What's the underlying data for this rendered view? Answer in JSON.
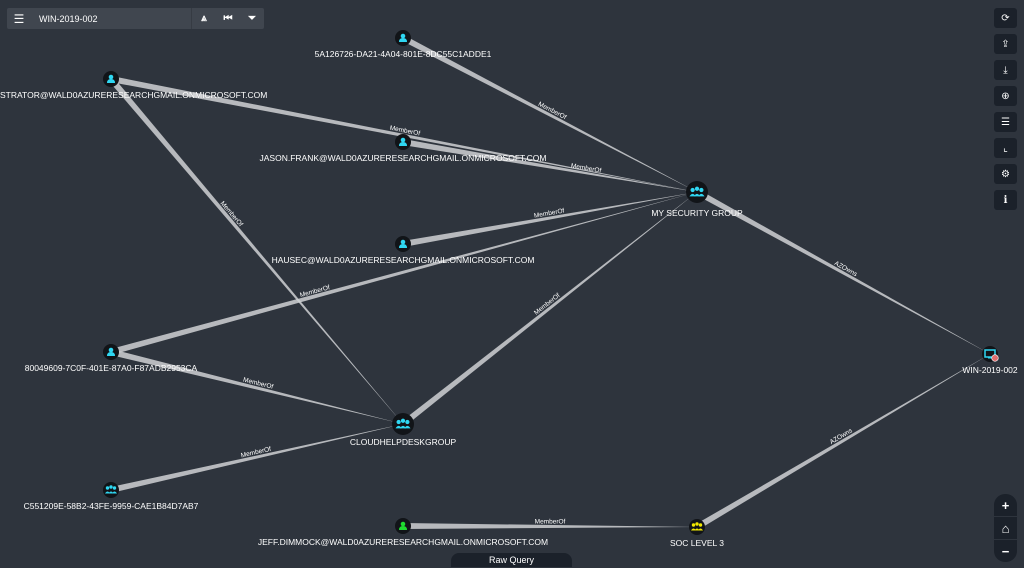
{
  "search": {
    "title": "WIN-2019-002",
    "menu_icon": "hamburger-icon",
    "path_icon": "road-icon",
    "back_icon": "step-back-icon",
    "filter_icon": "filter-icon"
  },
  "toolbar": [
    {
      "name": "refresh",
      "icon": "⟳"
    },
    {
      "name": "export",
      "icon": "⇪"
    },
    {
      "name": "import",
      "icon": "⤓"
    },
    {
      "name": "upload",
      "icon": "⊕"
    },
    {
      "name": "queries",
      "icon": "☰"
    },
    {
      "name": "chart",
      "icon": "⌞"
    },
    {
      "name": "settings",
      "icon": "⚙"
    },
    {
      "name": "info",
      "icon": "i"
    }
  ],
  "zoom": {
    "in": "+",
    "home": "⌂",
    "out": "−"
  },
  "raw_query": "Raw Query",
  "colors": {
    "user": "#2fd7f2",
    "owned_user": "#1fdb30",
    "high_value_group": "#f0e800",
    "edge": "#cfd1d3",
    "background": "#2e343d"
  },
  "nodes": [
    {
      "id": "a5",
      "label": "5A126726-DA21-4A04-801E-8DC55C1ADDE1",
      "type": "user"
    },
    {
      "id": "adm",
      "label": "STRATOR@WALD0AZURERESEARCHGMAIL.ONMICROSOFT.COM",
      "type": "user"
    },
    {
      "id": "jason",
      "label": "JASON.FRANK@WALD0AZURERESEARCHGMAIL.ONMICROSOFT.COM",
      "type": "user"
    },
    {
      "id": "msg",
      "label": "MY SECURITY GROUP",
      "type": "group"
    },
    {
      "id": "hausec",
      "label": "HAUSEC@WALD0AZURERESEARCHGMAIL.ONMICROSOFT.COM",
      "type": "user"
    },
    {
      "id": "u8004",
      "label": "80049609-7C0F-401E-87A0-F87ADB2953CA",
      "type": "user"
    },
    {
      "id": "cloud",
      "label": "CLOUDHELPDESKGROUP",
      "type": "group"
    },
    {
      "id": "c551",
      "label": "C551209E-58B2-43FE-9959-CAE1B84D7AB7",
      "type": "group"
    },
    {
      "id": "jeff",
      "label": "JEFF.DIMMOCK@WALD0AZURERESEARCHGMAIL.ONMICROSOFT.COM",
      "type": "owned_user"
    },
    {
      "id": "soc",
      "label": "SOC LEVEL 3",
      "type": "high_value_group"
    },
    {
      "id": "win",
      "label": "WIN-2019-002",
      "type": "computer"
    }
  ],
  "edges": [
    {
      "from": "a5",
      "to": "msg",
      "label": "MemberOf"
    },
    {
      "from": "adm",
      "to": "msg",
      "label": "MemberOf"
    },
    {
      "from": "adm",
      "to": "cloud",
      "label": "MemberOf"
    },
    {
      "from": "jason",
      "to": "msg",
      "label": "MemberOf"
    },
    {
      "from": "hausec",
      "to": "msg",
      "label": "MemberOf"
    },
    {
      "from": "u8004",
      "to": "msg",
      "label": "MemberOf"
    },
    {
      "from": "u8004",
      "to": "cloud",
      "label": "MemberOf"
    },
    {
      "from": "cloud",
      "to": "msg",
      "label": "MemberOf"
    },
    {
      "from": "c551",
      "to": "cloud",
      "label": "MemberOf"
    },
    {
      "from": "jeff",
      "to": "soc",
      "label": "MemberOf"
    },
    {
      "from": "msg",
      "to": "win",
      "label": "AZOwns"
    },
    {
      "from": "soc",
      "to": "win",
      "label": "AZOwns"
    }
  ]
}
